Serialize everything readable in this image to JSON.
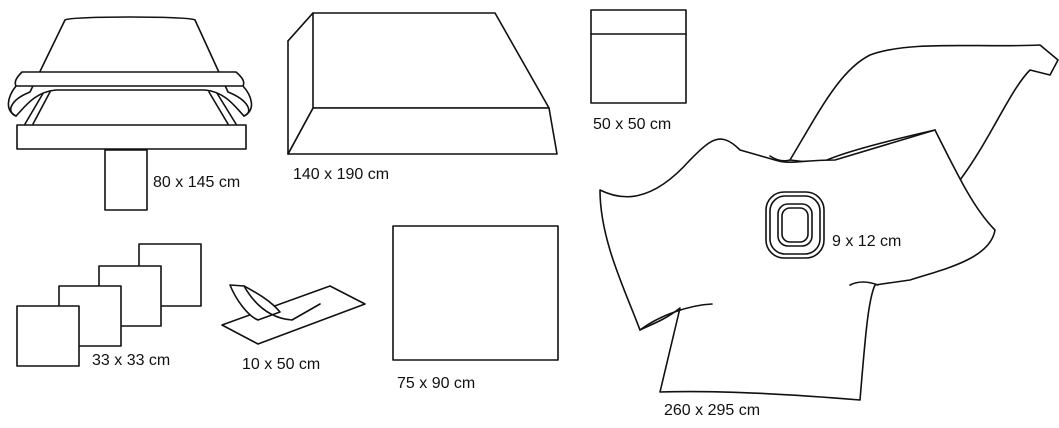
{
  "items": [
    {
      "id": "table-cover",
      "size_label": "80 x 145 cm"
    },
    {
      "id": "mattress-cover",
      "size_label": "140 x 190 cm"
    },
    {
      "id": "small-square",
      "size_label": "50 x 50 cm"
    },
    {
      "id": "towels",
      "size_label": "33 x 33 cm"
    },
    {
      "id": "adhesive-strip",
      "size_label": "10 x 50 cm"
    },
    {
      "id": "drape-sheet",
      "size_label": "75 x 90 cm"
    },
    {
      "id": "fenestration",
      "size_label": "9 x 12 cm"
    },
    {
      "id": "large-drape",
      "size_label": "260 x 295 cm"
    }
  ],
  "colors": {
    "line": "#111111",
    "background": "#ffffff"
  }
}
